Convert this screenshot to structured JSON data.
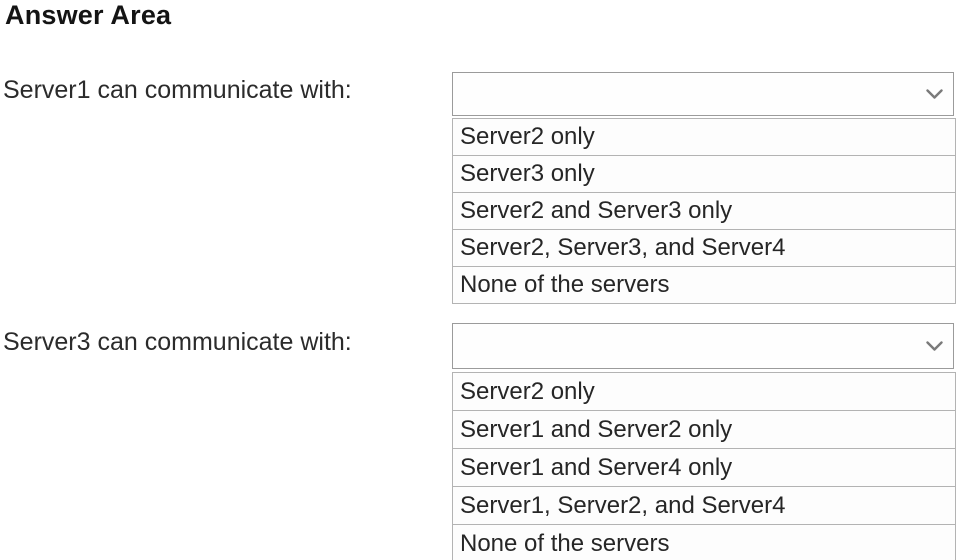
{
  "title": "Answer Area",
  "colors": {
    "background": "#ffffff",
    "text": "#262626",
    "border_combo": "#9b9b9b",
    "border_option": "#b3b3b3",
    "chevron": "#7a7a7a"
  },
  "icons": {
    "dropdown": "chevron-down"
  },
  "questions": [
    {
      "label": "Server1 can communicate with:",
      "selected_value": "",
      "options": [
        "Server2 only",
        "Server3 only",
        "Server2 and Server3 only",
        "Server2, Server3, and Server4",
        "None of the servers"
      ]
    },
    {
      "label": "Server3 can communicate with:",
      "selected_value": "",
      "options": [
        "Server2 only",
        "Server1 and Server2 only",
        "Server1 and Server4 only",
        "Server1, Server2, and Server4",
        "None of the servers"
      ]
    }
  ]
}
